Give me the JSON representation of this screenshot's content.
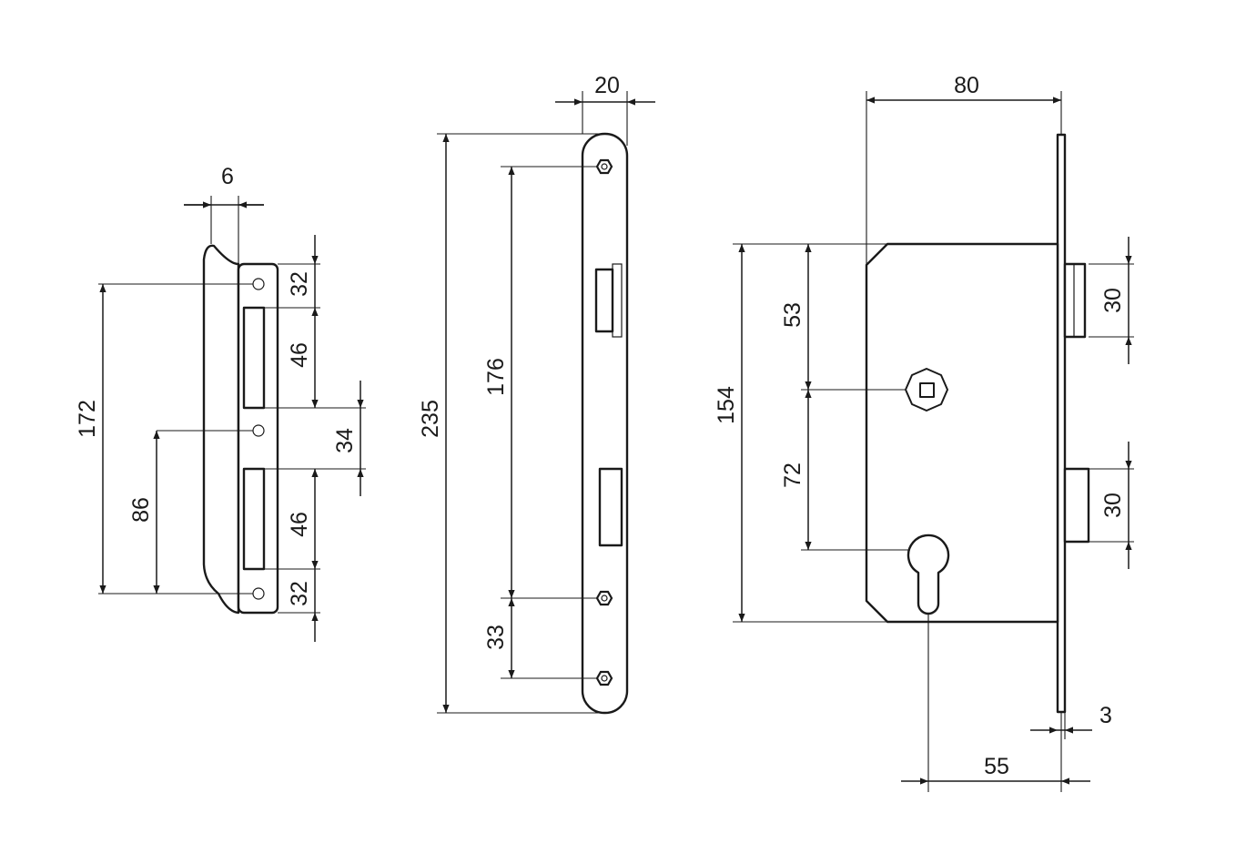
{
  "strike_plate": {
    "width_label": "6",
    "total_label": "172",
    "center_label": "86",
    "top_hole_label": "32",
    "top_slot_label": "46",
    "gap_label": "34",
    "bottom_slot_label": "46",
    "bottom_hole_label": "32"
  },
  "faceplate": {
    "width_label": "20",
    "total_label": "235",
    "screw_span_label": "176",
    "bottom_span_label": "33"
  },
  "lock_body": {
    "depth_label": "80",
    "height_label": "154",
    "upper_label": "53",
    "lower_label": "72",
    "latch_label": "30",
    "bolt_label": "30",
    "backset_label": "55",
    "plate_thickness_label": "3"
  }
}
